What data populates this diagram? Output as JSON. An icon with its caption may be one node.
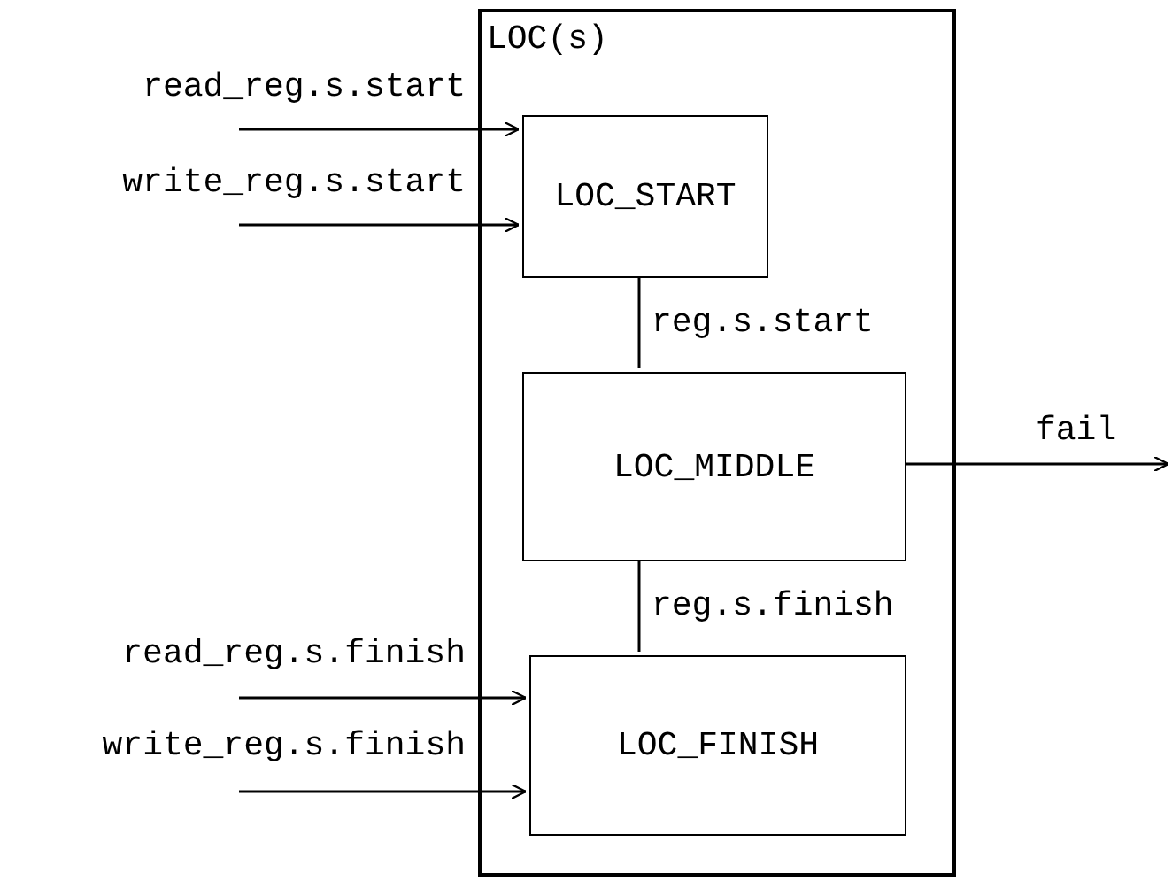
{
  "diagram": {
    "nodes": [
      {
        "text": [
          "LOC(s)"
        ]
      },
      {
        "text": [
          "LOC_START"
        ],
        "in": 0
      },
      {
        "text": [
          "LOC_MIDDLE"
        ],
        "in": 0
      },
      {
        "text": [
          "LOC_FINISH"
        ],
        "in": 0
      }
    ],
    "edges": [
      {
        "from": null,
        "to": 1,
        "arrow": "to",
        "label": "read_reg.s.start"
      },
      {
        "from": null,
        "to": 1,
        "arrow": "to",
        "label": "write_reg.s.start"
      },
      {
        "from": 1,
        "to": 2,
        "arrow": "none",
        "label": "reg.s.start"
      },
      {
        "from": 2,
        "to": 3,
        "arrow": "none",
        "label": "reg.s.finish"
      },
      {
        "from": 2,
        "to": null,
        "arrow": "to",
        "label": "fail"
      },
      {
        "from": null,
        "to": 3,
        "arrow": "to",
        "label": "read_reg.s.finish"
      },
      {
        "from": null,
        "to": 3,
        "arrow": "to",
        "label": "write_reg.s.finish"
      }
    ]
  }
}
